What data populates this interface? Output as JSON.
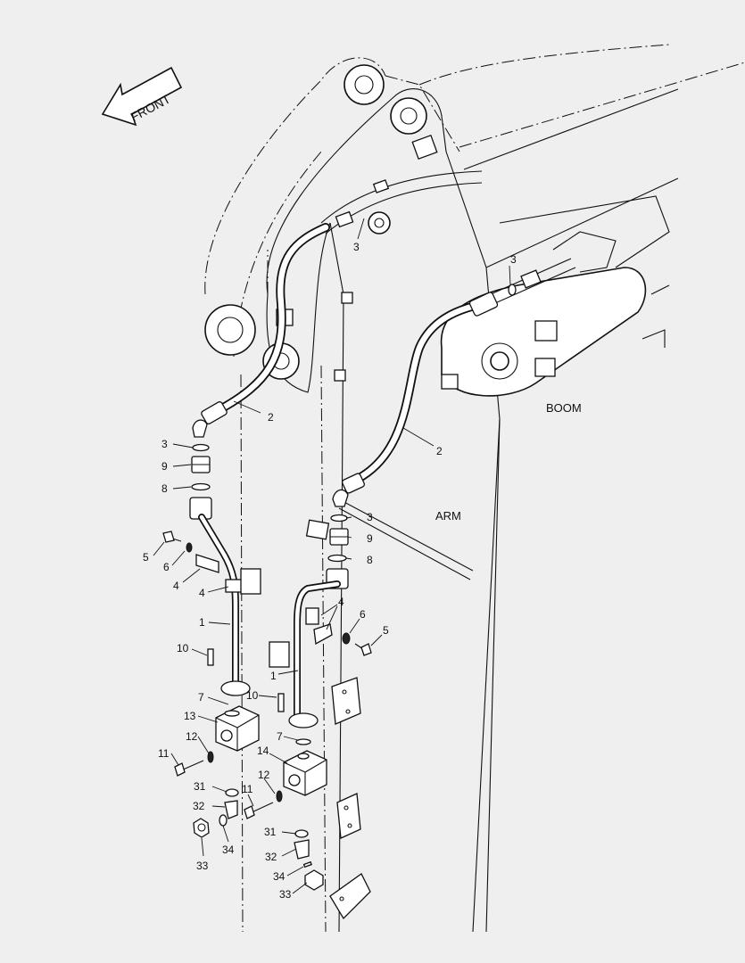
{
  "front_label": "FRONT",
  "region_labels": {
    "boom": "BOOM",
    "arm": "ARM"
  },
  "callouts": {
    "n1": "1",
    "n2": "2",
    "n3": "3",
    "n4": "4",
    "n5": "5",
    "n6": "6",
    "n7": "7",
    "n8": "8",
    "n9": "9",
    "n10": "10",
    "n11": "11",
    "n12": "12",
    "n13": "13",
    "n14": "14",
    "n31": "31",
    "n32": "32",
    "n33": "33",
    "n34": "34"
  }
}
